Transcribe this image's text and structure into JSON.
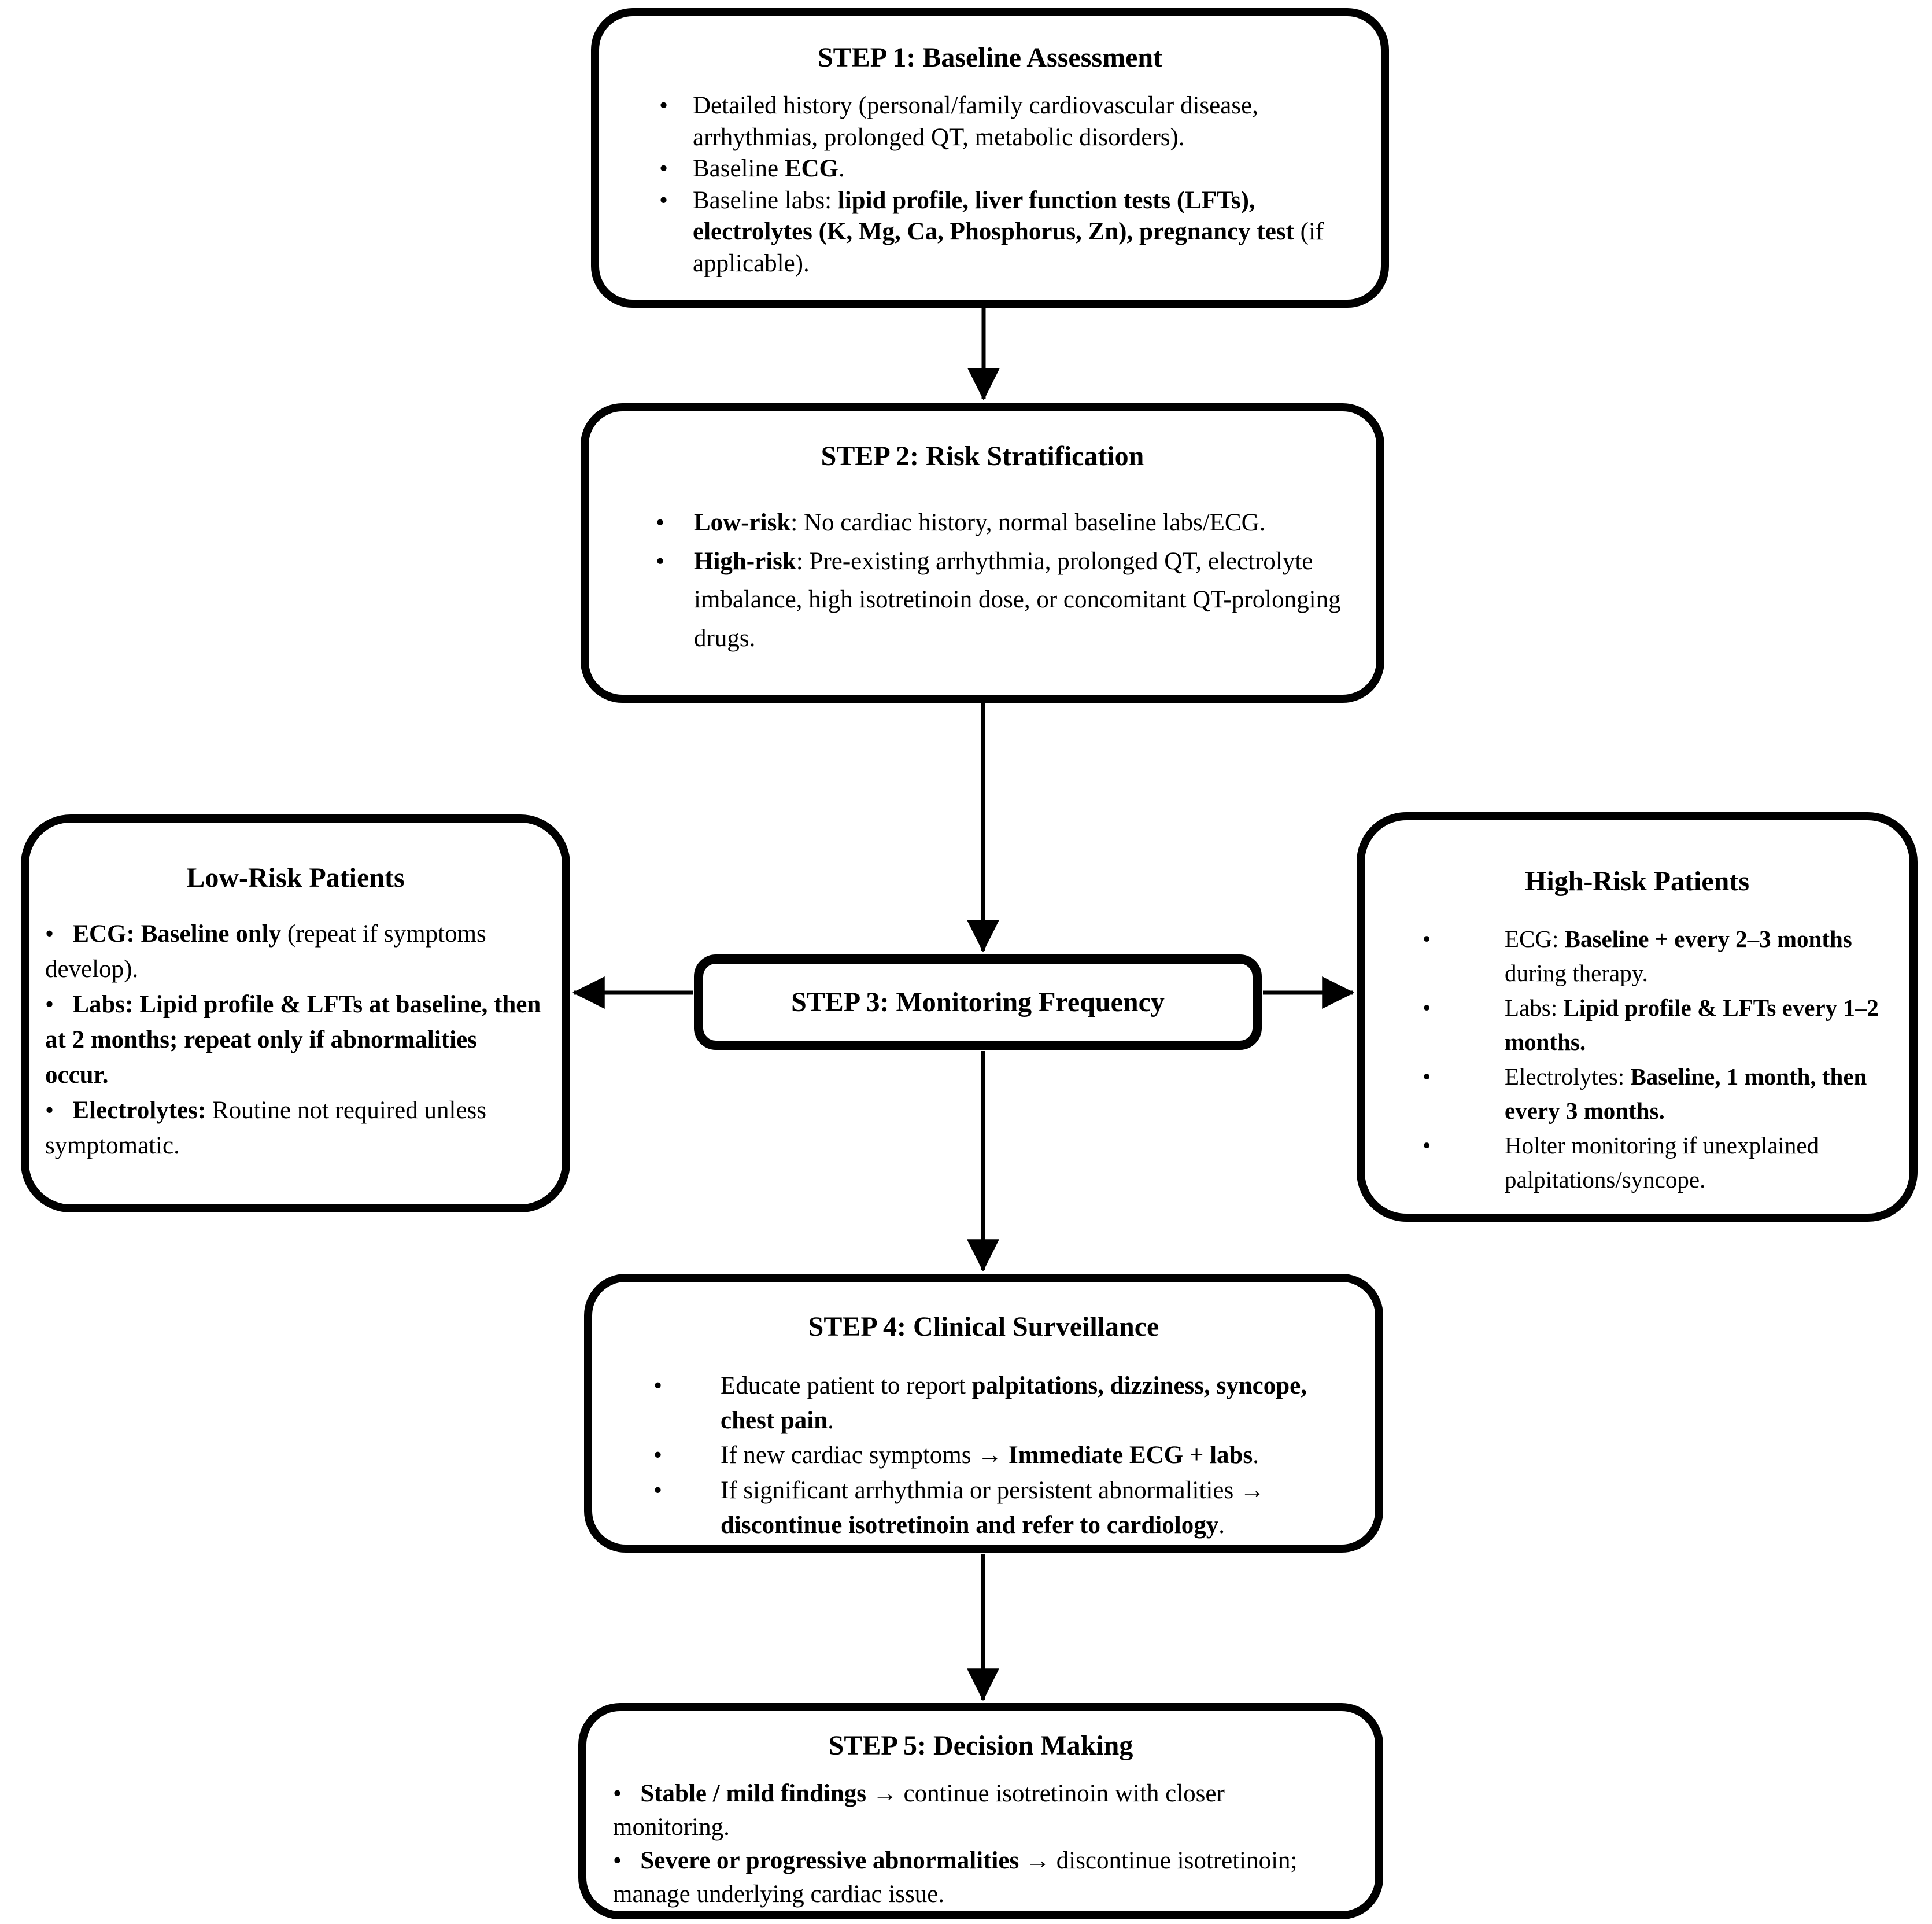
{
  "figure": {
    "background": "#ffffff",
    "line_color": "#000000",
    "type": "clinical-flowchart"
  },
  "boxes": {
    "step1": {
      "title": "STEP 1: Baseline Assessment",
      "bullets": [
        {
          "segments": [
            {
              "text": "Detailed history (personal/family cardiovascular disease, arrhythmias, prolonged QT, metabolic disorders).",
              "bold": false
            }
          ]
        },
        {
          "segments": [
            {
              "text": "Baseline ",
              "bold": false
            },
            {
              "text": "ECG",
              "bold": true
            },
            {
              "text": ".",
              "bold": false
            }
          ]
        },
        {
          "segments": [
            {
              "text": "Baseline labs: ",
              "bold": false
            },
            {
              "text": "lipid profile, liver function tests (LFTs), electrolytes (K, Mg, Ca, Phosphorus, Zn), pregnancy test",
              "bold": true
            },
            {
              "text": " (if applicable).",
              "bold": false
            }
          ]
        }
      ]
    },
    "step2": {
      "title": "STEP 2: Risk Stratification",
      "bullets": [
        {
          "segments": [
            {
              "text": "Low-risk",
              "bold": true
            },
            {
              "text": ": No cardiac history, normal baseline labs/ECG.",
              "bold": false
            }
          ]
        },
        {
          "segments": [
            {
              "text": "High-risk",
              "bold": true
            },
            {
              "text": ": Pre-existing arrhythmia, prolonged QT, electrolyte imbalance, high isotretinoin dose, or concomitant QT-prolonging drugs.",
              "bold": false
            }
          ]
        }
      ]
    },
    "step3": {
      "title": "STEP 3: Monitoring Frequency"
    },
    "low_risk": {
      "title": "Low-Risk Patients",
      "bullets": [
        {
          "segments": [
            {
              "text": "ECG: Baseline only",
              "bold": true
            },
            {
              "text": " (repeat if symptoms develop).",
              "bold": false
            }
          ]
        },
        {
          "segments": [
            {
              "text": "Labs: Lipid profile & LFTs at baseline, then at 2 months; repeat only if abnormalities occur.",
              "bold": true
            }
          ]
        },
        {
          "segments": [
            {
              "text": "Electrolytes:",
              "bold": true
            },
            {
              "text": " Routine not required unless symptomatic.",
              "bold": false
            }
          ]
        }
      ]
    },
    "high_risk": {
      "title": "High-Risk Patients",
      "bullets": [
        {
          "segments": [
            {
              "text": "ECG: ",
              "bold": false
            },
            {
              "text": "Baseline + every 2–3 months",
              "bold": true
            },
            {
              "text": " during therapy.",
              "bold": false
            }
          ]
        },
        {
          "segments": [
            {
              "text": "Labs: ",
              "bold": false
            },
            {
              "text": "Lipid profile & LFTs every 1–2 months.",
              "bold": true
            }
          ]
        },
        {
          "segments": [
            {
              "text": "Electrolytes: ",
              "bold": false
            },
            {
              "text": "Baseline, 1 month, then every 3 months.",
              "bold": true
            }
          ]
        },
        {
          "segments": [
            {
              "text": "Holter monitoring if unexplained palpitations/syncope.",
              "bold": false
            }
          ]
        }
      ]
    },
    "step4": {
      "title": "STEP 4: Clinical Surveillance",
      "bullets": [
        {
          "segments": [
            {
              "text": "Educate patient to report ",
              "bold": false
            },
            {
              "text": "palpitations, dizziness, syncope, chest pain",
              "bold": true
            },
            {
              "text": ".",
              "bold": false
            }
          ]
        },
        {
          "segments": [
            {
              "text": "If new cardiac symptoms → ",
              "bold": false
            },
            {
              "text": "Immediate ECG + labs",
              "bold": true
            },
            {
              "text": ".",
              "bold": false
            }
          ]
        },
        {
          "segments": [
            {
              "text": "If significant arrhythmia or persistent abnormalities → ",
              "bold": false
            },
            {
              "text": "discontinue isotretinoin and refer to cardiology",
              "bold": true
            },
            {
              "text": ".",
              "bold": false
            }
          ]
        }
      ]
    },
    "step5": {
      "title": "STEP 5: Decision Making",
      "bullets": [
        {
          "segments": [
            {
              "text": "Stable / mild findings",
              "bold": true
            },
            {
              "text": " → continue isotretinoin with closer monitoring.",
              "bold": false
            }
          ]
        },
        {
          "segments": [
            {
              "text": "Severe or progressive abnormalities",
              "bold": true
            },
            {
              "text": " → discontinue isotretinoin; manage underlying cardiac issue.",
              "bold": false
            }
          ]
        }
      ]
    }
  }
}
